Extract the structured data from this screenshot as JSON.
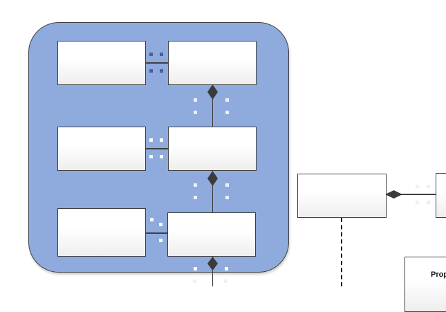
{
  "diagram": {
    "type": "block-composition-diagram",
    "container_group": {
      "fill_color": "#8FAADC",
      "border_color": "#3f3f3f",
      "nodes": [
        {
          "id": "node-top-left",
          "label": ""
        },
        {
          "id": "node-top-right",
          "label": ""
        },
        {
          "id": "node-mid-left",
          "label": ""
        },
        {
          "id": "node-mid-right",
          "label": ""
        },
        {
          "id": "node-bottom-left",
          "label": ""
        },
        {
          "id": "node-bottom-right",
          "label": ""
        }
      ],
      "relationships": [
        {
          "from": "node-top-left",
          "to": "node-top-right",
          "type": "association"
        },
        {
          "from": "node-top-right",
          "to": "node-mid-right",
          "type": "composition"
        },
        {
          "from": "node-mid-left",
          "to": "node-mid-right",
          "type": "association"
        },
        {
          "from": "node-mid-right",
          "to": "node-bottom-right",
          "type": "composition"
        },
        {
          "from": "node-bottom-left",
          "to": "node-bottom-right",
          "type": "association"
        },
        {
          "from": "node-bottom-right",
          "to": "offscreen-bottom",
          "type": "composition"
        }
      ]
    },
    "external": {
      "nodes": [
        {
          "id": "external-node-left",
          "label": ""
        },
        {
          "id": "external-node-right-partial",
          "label": ""
        }
      ],
      "property_box": {
        "label": "Prop"
      },
      "relationships": [
        {
          "from": "external-node-left",
          "to": "external-node-right-partial",
          "type": "composition"
        },
        {
          "from": "external-node-left",
          "to": "offscreen-bottom",
          "type": "dashed-dependency"
        }
      ]
    },
    "colors": {
      "container_fill": "#8FAADC",
      "shape_border": "#3f3f3f",
      "diamond_fill": "#3b3b3b",
      "handle_blue": "#4d5da6",
      "handle_white": "#ffffff",
      "handle_faint": "#efefef",
      "node_gradient_bottom": "#eeeeee",
      "background": "#ffffff"
    }
  }
}
